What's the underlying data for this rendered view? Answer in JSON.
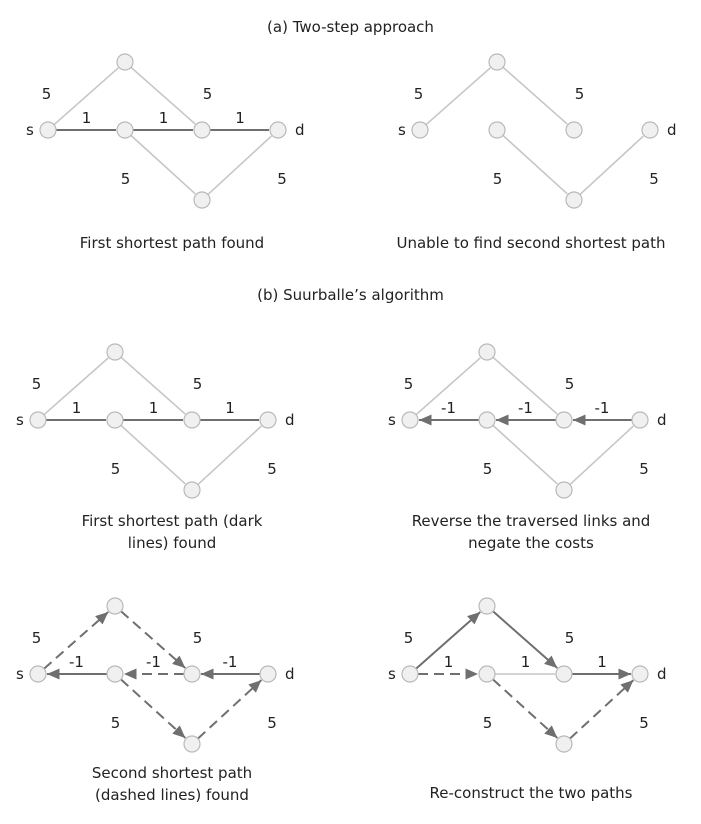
{
  "colors": {
    "dark": "#6f6f6f",
    "light": "#c6c6c6",
    "node_fill": "#f0f0f0",
    "node_stroke": "#b9b9b9"
  },
  "sections": {
    "a_title": "(a) Two-step approach",
    "b_title": "(b) Suurballe’s algorithm"
  },
  "terminals": {
    "source": "s",
    "dest": "d"
  },
  "panels": [
    {
      "id": "a-left",
      "caption": [
        "First shortest path found"
      ],
      "nodes": [
        "s",
        "top",
        "m1",
        "m2",
        "d",
        "bot"
      ],
      "edges": [
        {
          "from": "s",
          "to": "top",
          "style": "light",
          "arrow": false,
          "label": "5"
        },
        {
          "from": "top",
          "to": "m2",
          "style": "light",
          "arrow": false,
          "label": "5"
        },
        {
          "from": "s",
          "to": "m1",
          "style": "dark",
          "arrow": false,
          "label": "1"
        },
        {
          "from": "m1",
          "to": "m2",
          "style": "dark",
          "arrow": false,
          "label": "1"
        },
        {
          "from": "m2",
          "to": "d",
          "style": "dark",
          "arrow": false,
          "label": "1"
        },
        {
          "from": "m1",
          "to": "bot",
          "style": "light",
          "arrow": false,
          "label": "5"
        },
        {
          "from": "bot",
          "to": "d",
          "style": "light",
          "arrow": false,
          "label": "5"
        }
      ]
    },
    {
      "id": "a-right",
      "caption": [
        "Unable to find second shortest path"
      ],
      "nodes": [
        "s",
        "top",
        "m1",
        "m2",
        "d",
        "bot"
      ],
      "edges": [
        {
          "from": "s",
          "to": "top",
          "style": "light",
          "arrow": false,
          "label": "5"
        },
        {
          "from": "top",
          "to": "m2",
          "style": "light",
          "arrow": false,
          "label": "5"
        },
        {
          "from": "m1",
          "to": "bot",
          "style": "light",
          "arrow": false,
          "label": "5"
        },
        {
          "from": "bot",
          "to": "d",
          "style": "light",
          "arrow": false,
          "label": "5"
        }
      ]
    },
    {
      "id": "b1",
      "caption": [
        "First shortest path (dark",
        "lines) found"
      ],
      "nodes": [
        "s",
        "top",
        "m1",
        "m2",
        "d",
        "bot"
      ],
      "edges": [
        {
          "from": "s",
          "to": "top",
          "style": "light",
          "arrow": false,
          "label": "5"
        },
        {
          "from": "top",
          "to": "m2",
          "style": "light",
          "arrow": false,
          "label": "5"
        },
        {
          "from": "s",
          "to": "m1",
          "style": "dark",
          "arrow": false,
          "label": "1"
        },
        {
          "from": "m1",
          "to": "m2",
          "style": "dark",
          "arrow": false,
          "label": "1"
        },
        {
          "from": "m2",
          "to": "d",
          "style": "dark",
          "arrow": false,
          "label": "1"
        },
        {
          "from": "m1",
          "to": "bot",
          "style": "light",
          "arrow": false,
          "label": "5"
        },
        {
          "from": "bot",
          "to": "d",
          "style": "light",
          "arrow": false,
          "label": "5"
        }
      ]
    },
    {
      "id": "b2",
      "caption": [
        "Reverse the traversed links and",
        "negate the costs"
      ],
      "nodes": [
        "s",
        "top",
        "m1",
        "m2",
        "d",
        "bot"
      ],
      "edges": [
        {
          "from": "s",
          "to": "top",
          "style": "light",
          "arrow": false,
          "label": "5"
        },
        {
          "from": "top",
          "to": "m2",
          "style": "light",
          "arrow": false,
          "label": "5"
        },
        {
          "from": "m1",
          "to": "s",
          "style": "dark",
          "arrow": true,
          "label": "-1"
        },
        {
          "from": "m2",
          "to": "m1",
          "style": "dark",
          "arrow": true,
          "label": "-1"
        },
        {
          "from": "d",
          "to": "m2",
          "style": "dark",
          "arrow": true,
          "label": "-1"
        },
        {
          "from": "m1",
          "to": "bot",
          "style": "light",
          "arrow": false,
          "label": "5"
        },
        {
          "from": "bot",
          "to": "d",
          "style": "light",
          "arrow": false,
          "label": "5"
        }
      ]
    },
    {
      "id": "b3",
      "caption": [
        "Second shortest path",
        "(dashed lines) found"
      ],
      "nodes": [
        "s",
        "top",
        "m1",
        "m2",
        "d",
        "bot"
      ],
      "edges": [
        {
          "from": "s",
          "to": "top",
          "style": "dashed",
          "arrow": true,
          "label": "5"
        },
        {
          "from": "top",
          "to": "m2",
          "style": "dashed",
          "arrow": true,
          "label": "5"
        },
        {
          "from": "m1",
          "to": "s",
          "style": "dark",
          "arrow": true,
          "label": "-1"
        },
        {
          "from": "m2",
          "to": "m1",
          "style": "dashed",
          "arrow": true,
          "label": "-1"
        },
        {
          "from": "d",
          "to": "m2",
          "style": "dark",
          "arrow": true,
          "label": "-1"
        },
        {
          "from": "m1",
          "to": "bot",
          "style": "dashed",
          "arrow": true,
          "label": "5"
        },
        {
          "from": "bot",
          "to": "d",
          "style": "dashed",
          "arrow": true,
          "label": "5"
        }
      ]
    },
    {
      "id": "b4",
      "caption": [
        "Re-construct the two paths"
      ],
      "nodes": [
        "s",
        "top",
        "m1",
        "m2",
        "d",
        "bot"
      ],
      "edges": [
        {
          "from": "s",
          "to": "top",
          "style": "dark",
          "arrow": true,
          "label": "5"
        },
        {
          "from": "top",
          "to": "m2",
          "style": "dark",
          "arrow": true,
          "label": "5"
        },
        {
          "from": "s",
          "to": "m1",
          "style": "dashed",
          "arrow": true,
          "label": "1"
        },
        {
          "from": "m1",
          "to": "m2",
          "style": "light",
          "arrow": false,
          "label": "1"
        },
        {
          "from": "m2",
          "to": "d",
          "style": "dark",
          "arrow": true,
          "label": "1"
        },
        {
          "from": "m1",
          "to": "bot",
          "style": "dashed",
          "arrow": true,
          "label": "5"
        },
        {
          "from": "bot",
          "to": "d",
          "style": "dashed",
          "arrow": true,
          "label": "5"
        }
      ]
    }
  ]
}
